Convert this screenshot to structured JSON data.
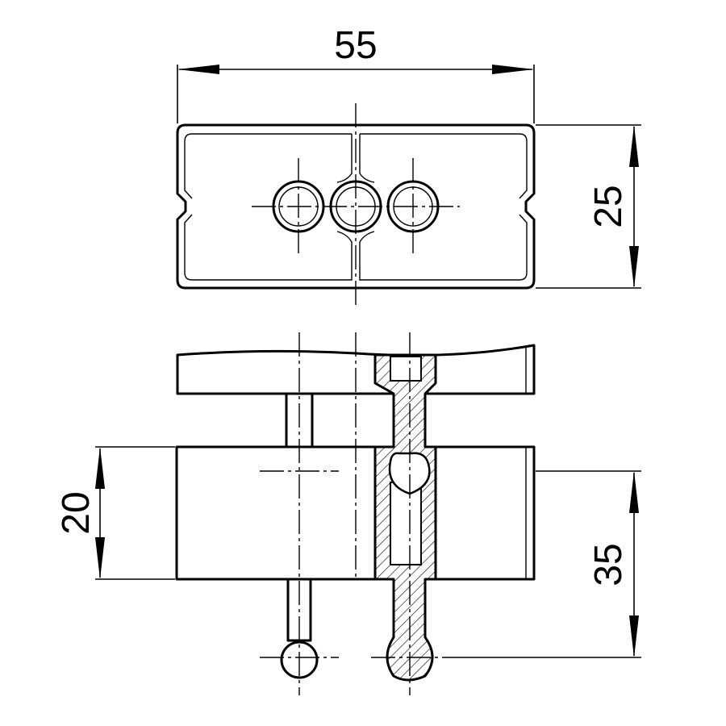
{
  "drawing": {
    "dimensions": {
      "width": "55",
      "height_top_view": "25",
      "body_height": "20",
      "pin_depth": "35"
    },
    "colors": {
      "line": "#000000",
      "background": "#ffffff"
    }
  }
}
